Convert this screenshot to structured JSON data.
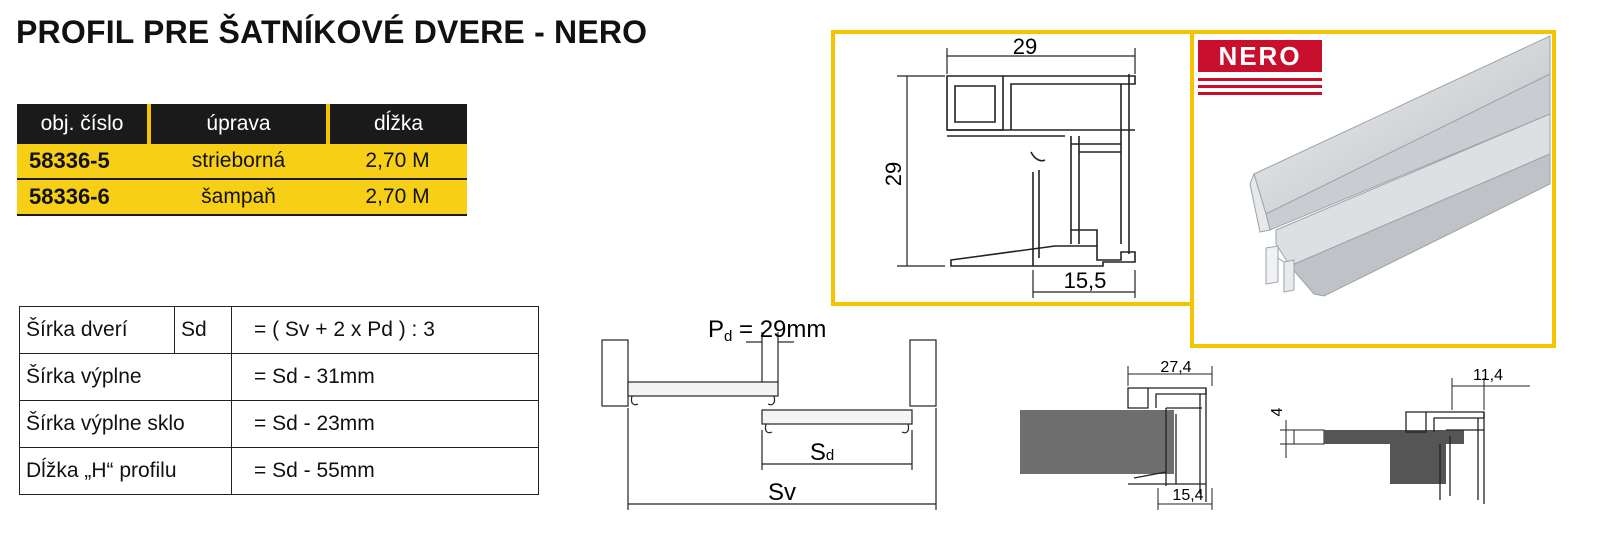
{
  "title": "PROFIL PRE ŠATNÍKOVÉ DVERE - NERO",
  "product_table": {
    "headers": [
      "obj. číslo",
      "úprava",
      "dĺžka"
    ],
    "rows": [
      {
        "code": "58336-5",
        "finish": "strieborná",
        "length": "2,70 M"
      },
      {
        "code": "58336-6",
        "finish": "šampaň",
        "length": "2,70 M"
      }
    ]
  },
  "formula_table": {
    "rows": [
      {
        "label": "Šírka dverí",
        "abbr": "Sd",
        "formula": "= ( Sv + 2 x Pd ) : 3"
      },
      {
        "label": "Šírka výplne",
        "formula": "= Sd - 31mm"
      },
      {
        "label": "Šírka výplne sklo",
        "formula": "= Sd - 23mm"
      },
      {
        "label": "Dĺžka „H“ profilu",
        "formula": "= Sd - 55mm"
      }
    ]
  },
  "profile_drawing": {
    "dim_top": "29",
    "dim_left": "29",
    "dim_bottom": "15,5"
  },
  "brand": {
    "logo_text": "NERO",
    "color": "#c8102e"
  },
  "door_diagram": {
    "pd_label": "P",
    "pd_sub": "d",
    "pd_value": " = 29mm",
    "sd_label": "S",
    "sd_sub": "d",
    "sv_label": "Sv"
  },
  "detail1": {
    "dim_top": "27,4",
    "dim_bottom": "15,4"
  },
  "detail2": {
    "dim_top": "11,4",
    "dim_left": "4"
  },
  "colors": {
    "accent_yellow": "#f5c400",
    "table_yellow": "#f7cf17",
    "header_dark": "#1a1a1a"
  }
}
